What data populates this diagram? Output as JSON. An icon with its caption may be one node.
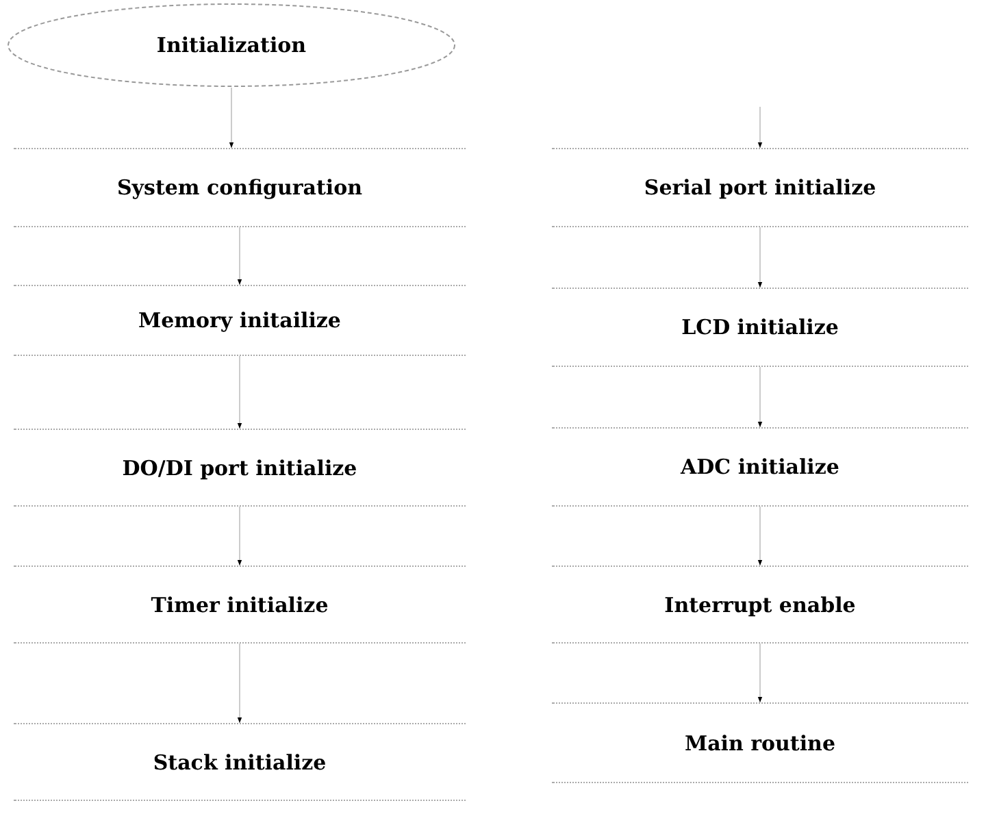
{
  "diagram": {
    "nodes": [
      {
        "text": [
          "Initialization"
        ]
      },
      {
        "text": [
          "System configuration"
        ]
      },
      {
        "text": [
          "Memory initailize"
        ]
      },
      {
        "text": [
          "DO/DI port initialize"
        ]
      },
      {
        "text": [
          "Timer initialize"
        ]
      },
      {
        "text": [
          "Stack initialize"
        ]
      },
      {
        "text": [
          "Serial port initialize"
        ]
      },
      {
        "text": [
          "LCD initialize"
        ]
      },
      {
        "text": [
          "ADC initialize"
        ]
      },
      {
        "text": [
          "Interrupt enable"
        ]
      },
      {
        "text": [
          "Main routine"
        ]
      }
    ],
    "edges": [
      {
        "from": 0,
        "to": 1,
        "arrow": "to"
      },
      {
        "from": 1,
        "to": 2,
        "arrow": "to"
      },
      {
        "from": 2,
        "to": 3,
        "arrow": "to"
      },
      {
        "from": 3,
        "to": 4,
        "arrow": "to"
      },
      {
        "from": 4,
        "to": 5,
        "arrow": "to"
      },
      {
        "from": null,
        "to": 6,
        "arrow": "to"
      },
      {
        "from": 6,
        "to": 7,
        "arrow": "to"
      },
      {
        "from": 7,
        "to": 8,
        "arrow": "to"
      },
      {
        "from": 8,
        "to": 9,
        "arrow": "to"
      },
      {
        "from": 9,
        "to": 10,
        "arrow": "to"
      }
    ]
  }
}
